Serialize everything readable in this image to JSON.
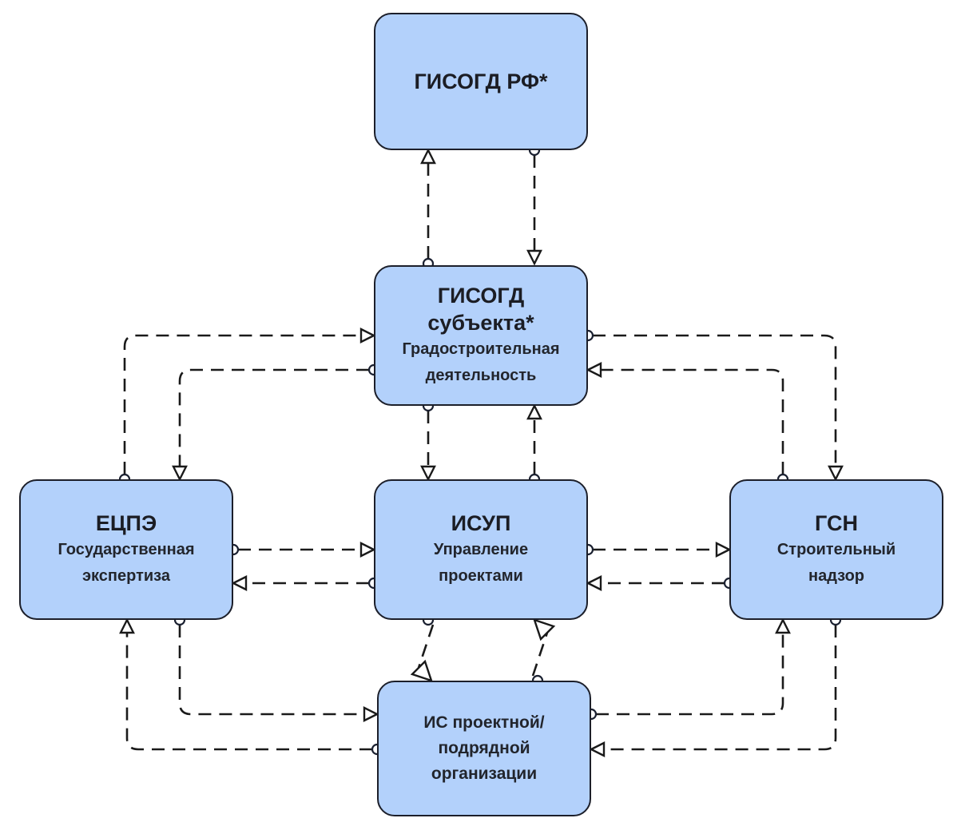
{
  "diagram": {
    "nodes": {
      "gisogd_rf": {
        "title": "ГИСОГД РФ*"
      },
      "gisogd_subject": {
        "title_line1": "ГИСОГД",
        "title_line2": "субъекта*",
        "subtitle_line1": "Градостроительная",
        "subtitle_line2": "деятельность"
      },
      "ecpe": {
        "title": "ЕЦПЭ",
        "subtitle_line1": "Государственная",
        "subtitle_line2": "экспертиза"
      },
      "isup": {
        "title": "ИСУП",
        "subtitle_line1": "Управление",
        "subtitle_line2": "проектами"
      },
      "gsn": {
        "title": "ГСН",
        "subtitle_line1": "Строительный",
        "subtitle_line2": "надзор"
      },
      "is_org": {
        "line1": "ИС проектной/",
        "line2": "подрядной",
        "line3": "организации"
      }
    },
    "connections": [
      {
        "from": "ГИСОГД субъекта*",
        "to": "ГИСОГД РФ*",
        "style": "dashed"
      },
      {
        "from": "ГИСОГД РФ*",
        "to": "ГИСОГД субъекта*",
        "style": "dashed"
      },
      {
        "from": "ЕЦПЭ",
        "to": "ГИСОГД субъекта*",
        "style": "dashed"
      },
      {
        "from": "ГИСОГД субъекта*",
        "to": "ЕЦПЭ",
        "style": "dashed"
      },
      {
        "from": "ГИСОГД субъекта*",
        "to": "ГСН",
        "style": "dashed"
      },
      {
        "from": "ГСН",
        "to": "ГИСОГД субъекта*",
        "style": "dashed"
      },
      {
        "from": "ГИСОГД субъекта*",
        "to": "ИСУП",
        "style": "dashed"
      },
      {
        "from": "ИСУП",
        "to": "ГИСОГД субъекта*",
        "style": "dashed"
      },
      {
        "from": "ЕЦПЭ",
        "to": "ИСУП",
        "style": "dashed"
      },
      {
        "from": "ИСУП",
        "to": "ЕЦПЭ",
        "style": "dashed"
      },
      {
        "from": "ИСУП",
        "to": "ГСН",
        "style": "dashed"
      },
      {
        "from": "ГСН",
        "to": "ИСУП",
        "style": "dashed"
      },
      {
        "from": "ИСУП",
        "to": "ИС проектной/подрядной организации",
        "style": "dashed"
      },
      {
        "from": "ИС проектной/подрядной организации",
        "to": "ИСУП",
        "style": "dashed"
      },
      {
        "from": "ЕЦПЭ",
        "to": "ИС проектной/подрядной организации",
        "style": "dashed"
      },
      {
        "from": "ИС проектной/подрядной организации",
        "to": "ЕЦПЭ",
        "style": "dashed"
      },
      {
        "from": "ИС проектной/подрядной организации",
        "to": "ГСН",
        "style": "dashed"
      },
      {
        "from": "ГСН",
        "to": "ИС проектной/подрядной организации",
        "style": "dashed"
      }
    ]
  }
}
